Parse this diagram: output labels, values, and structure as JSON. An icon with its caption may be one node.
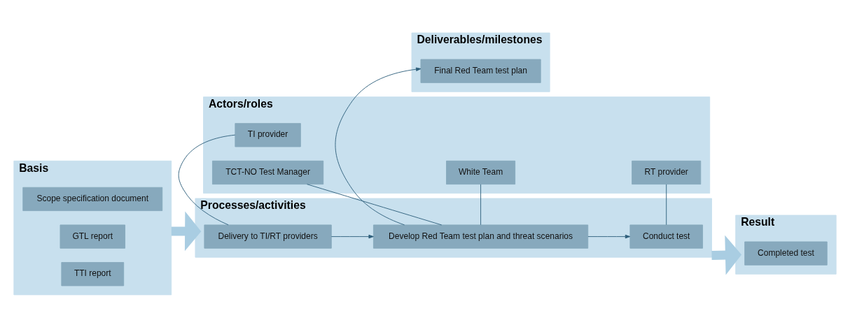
{
  "diagram": {
    "nodes": [
      {
        "text": [
          "Actors/roles"
        ]
      },
      {
        "text": [
          "TI provider"
        ],
        "in": 0
      },
      {
        "text": [
          "TCT-NO Test Manager"
        ],
        "in": 0
      },
      {
        "text": [
          "White Team"
        ],
        "in": 0
      },
      {
        "text": [
          "RT provider"
        ],
        "in": 0
      },
      {
        "text": [
          "Basis"
        ]
      },
      {
        "text": [
          "Scope specification document"
        ],
        "in": 5
      },
      {
        "text": [
          "GTL report"
        ],
        "in": 5
      },
      {
        "text": [
          "TTI report"
        ],
        "in": 5
      },
      {
        "text": [
          "Processes/activities"
        ]
      },
      {
        "text": [
          "Delivery to TI/RT providers"
        ],
        "in": 9
      },
      {
        "text": [
          "Develop Red Team test plan and threat scenarios"
        ],
        "in": 9
      },
      {
        "text": [
          "Conduct test"
        ],
        "in": 9
      },
      {
        "text": [
          "Result"
        ]
      },
      {
        "text": [
          "Completed test"
        ],
        "in": 13
      },
      {
        "text": [
          "Deliverables/milestones"
        ]
      },
      {
        "text": [
          "Final Red Team test plan"
        ],
        "in": 15
      }
    ],
    "edges": [
      {
        "from": 1,
        "to": 10,
        "arrow": "none"
      },
      {
        "from": 2,
        "to": 11,
        "arrow": "none"
      },
      {
        "from": 3,
        "to": 11,
        "arrow": "none"
      },
      {
        "from": 4,
        "to": 12,
        "arrow": "none"
      },
      {
        "from": 10,
        "to": 11,
        "arrow": "to"
      },
      {
        "from": 11,
        "to": 12,
        "arrow": "to"
      },
      {
        "from": 11,
        "to": 16,
        "arrow": "to"
      },
      {
        "from": 5,
        "to": 9,
        "arrow": "to",
        "style": "thick",
        "color": "#a9cde2"
      },
      {
        "from": 9,
        "to": 13,
        "arrow": "to",
        "style": "thick",
        "color": "#a9cde2"
      }
    ]
  }
}
